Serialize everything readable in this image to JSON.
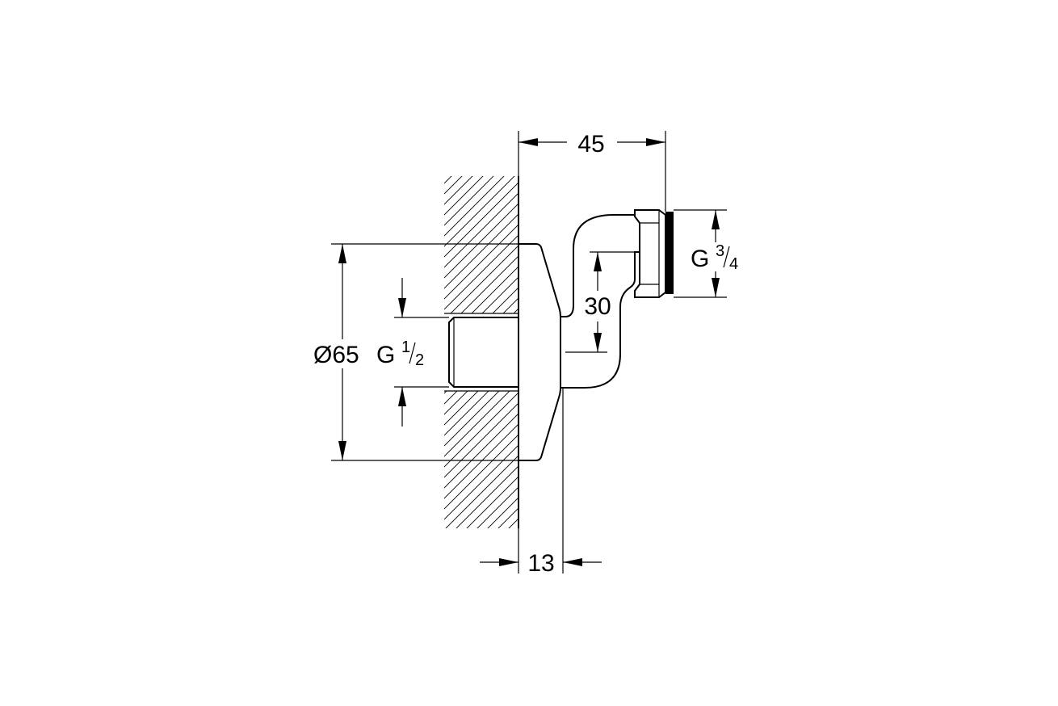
{
  "dimensions": {
    "depth_total": "45",
    "rosette_depth": "13",
    "offset": "30",
    "rosette_diameter": "Ø65",
    "inlet_thread_letter": "G",
    "inlet_thread_num": "1",
    "inlet_thread_den": "2",
    "outlet_thread_letter": "G",
    "outlet_thread_num": "3",
    "outlet_thread_den": "4"
  },
  "colors": {
    "stroke": "#000000",
    "background": "#ffffff"
  }
}
